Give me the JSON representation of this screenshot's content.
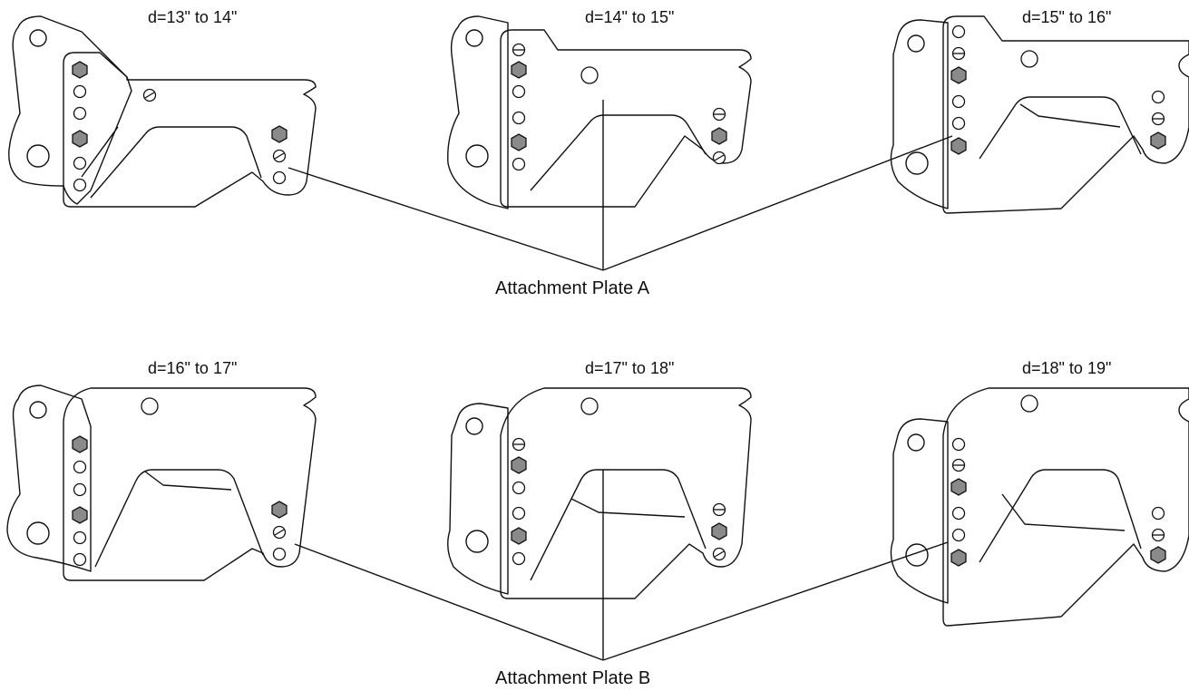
{
  "row_a": {
    "labels": [
      "d=13\" to 14\"",
      "d=14\" to 15\"",
      "d=15\" to 16\""
    ],
    "callout": "Attachment Plate A"
  },
  "row_b": {
    "labels": [
      "d=16\" to 17\"",
      "d=17\" to 18\"",
      "d=18\" to 19\""
    ],
    "callout": "Attachment Plate B"
  },
  "colors": {
    "line": "#111111",
    "bolt_fill": "#8a8a8a",
    "background": "#ffffff"
  }
}
